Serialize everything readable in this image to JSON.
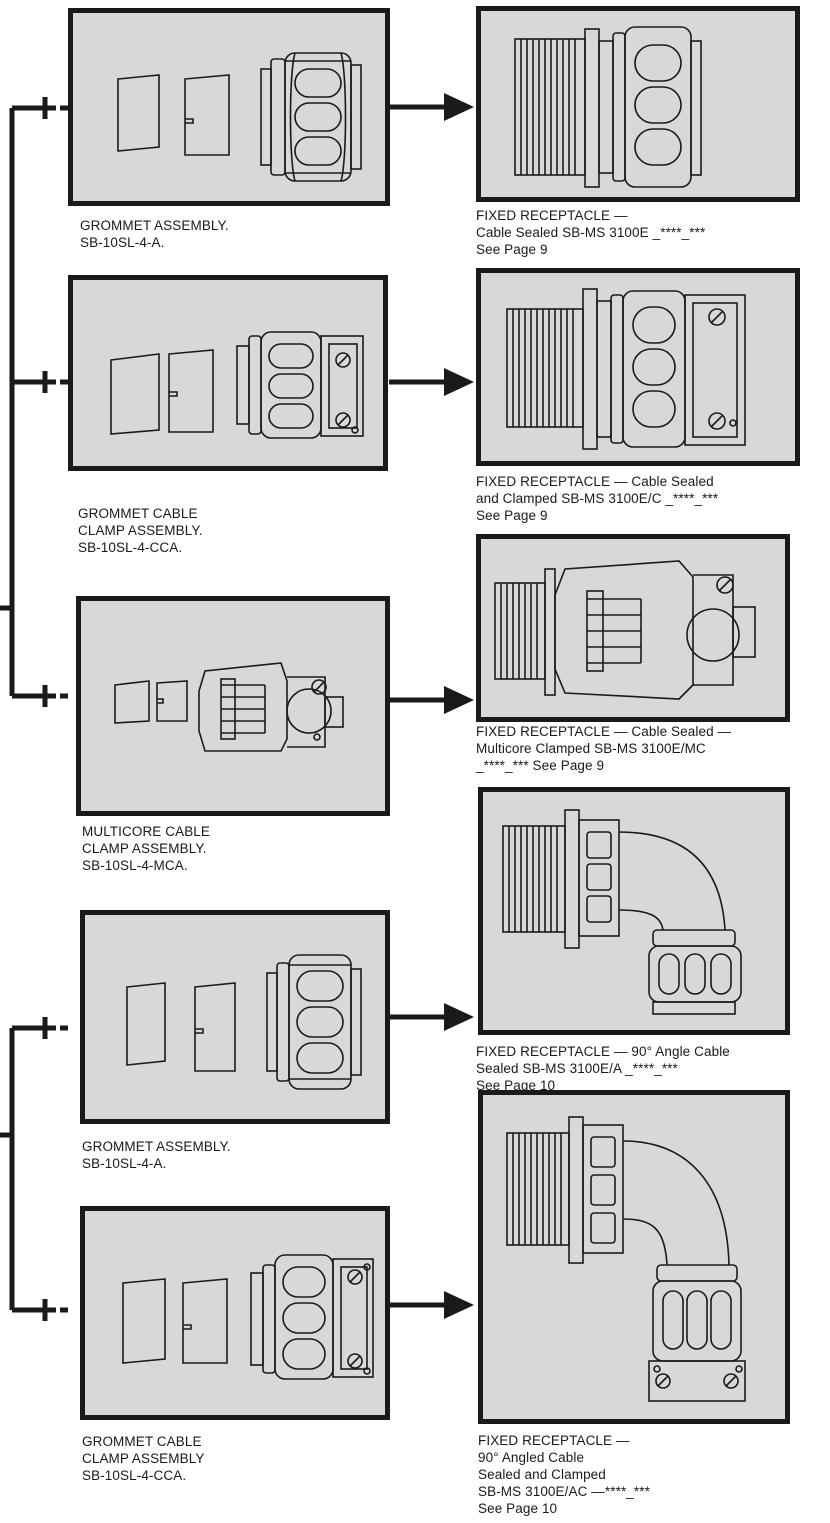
{
  "assemblies": [
    {
      "lines": [
        "GROMMET ASSEMBLY.",
        "SB-10SL-4-A."
      ],
      "drawing": "grommet-assembly"
    },
    {
      "lines": [
        "GROMMET CABLE",
        "CLAMP ASSEMBLY.",
        "SB-10SL-4-CCA."
      ],
      "drawing": "grommet-cable-clamp-assembly"
    },
    {
      "lines": [
        "MULTICORE CABLE",
        "CLAMP ASSEMBLY.",
        "SB-10SL-4-MCA."
      ],
      "drawing": "multicore-cable-clamp-assembly"
    },
    {
      "lines": [
        "GROMMET ASSEMBLY.",
        "SB-10SL-4-A."
      ],
      "drawing": "grommet-assembly"
    },
    {
      "lines": [
        "GROMMET CABLE",
        "CLAMP ASSEMBLY",
        "SB-10SL-4-CCA."
      ],
      "drawing": "grommet-cable-clamp-assembly"
    }
  ],
  "receptacles": [
    {
      "lines": [
        "FIXED RECEPTACLE —",
        "Cable Sealed  SB-MS 3100E _****_***",
        "See Page 9"
      ],
      "drawing": "fixed-receptacle-cable-sealed"
    },
    {
      "lines": [
        "FIXED RECEPTACLE —  Cable Sealed",
        "and Clamped  SB-MS 3100E/C _****_***",
        " See Page 9"
      ],
      "drawing": "fixed-receptacle-cable-sealed-clamped"
    },
    {
      "lines": [
        "FIXED RECEPTACLE — Cable Sealed —",
        "Multicore Clamped  SB-MS 3100E/MC",
        "_****_***  See Page 9"
      ],
      "drawing": "fixed-receptacle-multicore-clamped"
    },
    {
      "lines": [
        "FIXED RECEPTACLE —  90° Angle Cable",
        "Sealed   SB-MS 3100E/A _****_***",
        "See Page 10"
      ],
      "drawing": "fixed-receptacle-90-angle"
    },
    {
      "lines": [
        "FIXED RECEPTACLE —",
        "90° Angled Cable",
        "Sealed and Clamped",
        "SB-MS 3100E/AC —****_***",
        "See Page 10"
      ],
      "drawing": "fixed-receptacle-90-angle-clamped"
    }
  ],
  "connector_symbol": "+",
  "colors": {
    "line": "#1a1a1a",
    "panel_fill": "#d8d8d8",
    "background": "#ffffff"
  }
}
